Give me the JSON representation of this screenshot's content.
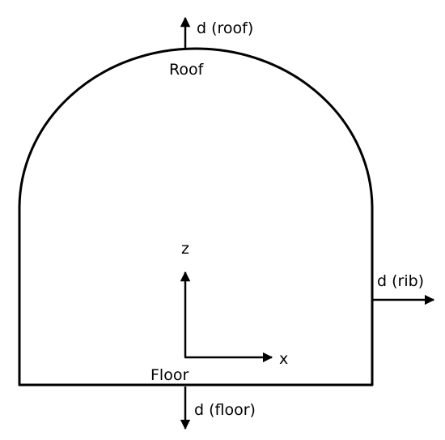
{
  "labels": {
    "d_roof": "d (roof)",
    "roof": "Roof",
    "z_axis": "z",
    "d_rib": "d (rib)",
    "x_axis": "x",
    "floor": "Floor",
    "d_floor": "d (floor)"
  },
  "colors": {
    "stroke": "#000000",
    "background": "#ffffff"
  }
}
